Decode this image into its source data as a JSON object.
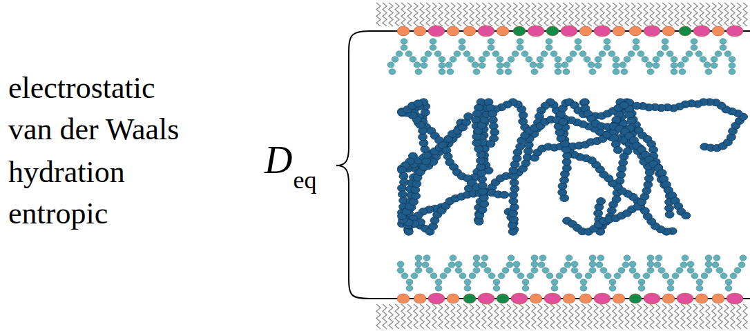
{
  "diagram": {
    "labels": [
      "electrostatic",
      "van der Waals",
      "hydration",
      "entropic",
      "D",
      "eq"
    ]
  }
}
